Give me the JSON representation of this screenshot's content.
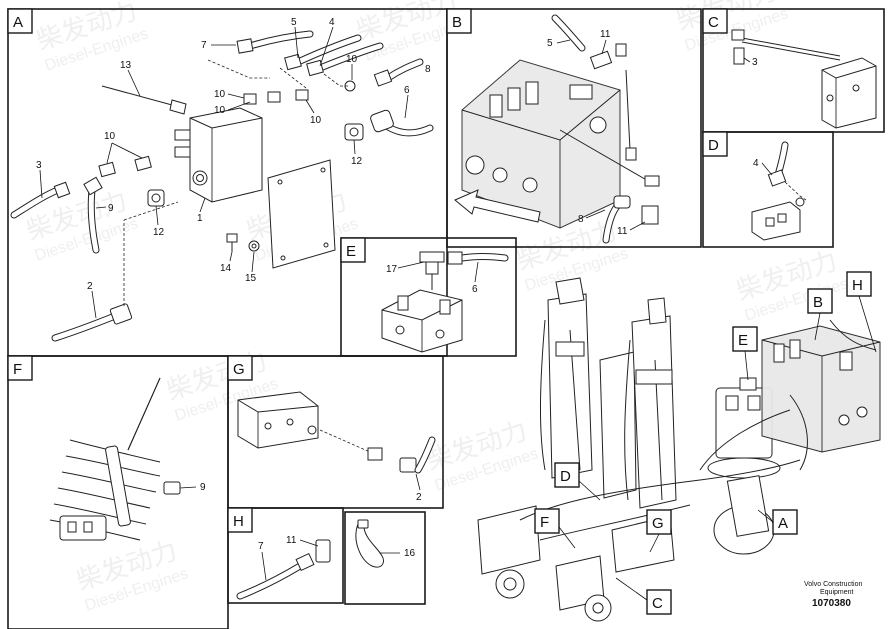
{
  "panels": [
    {
      "id": "A",
      "label": "A"
    },
    {
      "id": "B",
      "label": "B"
    },
    {
      "id": "C",
      "label": "C"
    },
    {
      "id": "D",
      "label": "D"
    },
    {
      "id": "E",
      "label": "E"
    },
    {
      "id": "F",
      "label": "F"
    },
    {
      "id": "G",
      "label": "G"
    },
    {
      "id": "H",
      "label": "H"
    }
  ],
  "callouts": {
    "A": [
      "7",
      "5",
      "4",
      "13",
      "10",
      "8",
      "10",
      "10",
      "6",
      "10",
      "3",
      "9",
      "12",
      "1",
      "12",
      "14",
      "15",
      "2"
    ],
    "B": [
      "5",
      "11",
      "8",
      "11"
    ],
    "C": [
      "3"
    ],
    "D": [
      "4"
    ],
    "E": [
      "17",
      "6"
    ],
    "F": [
      "9"
    ],
    "G": [
      "2"
    ],
    "H": [
      "11",
      "7"
    ],
    "clip": [
      "16"
    ]
  },
  "overview_tags": [
    "B",
    "H",
    "E",
    "D",
    "F",
    "G",
    "A",
    "C"
  ],
  "watermark": {
    "cn": "柴发动力",
    "en": "Diesel-Engines"
  },
  "reference": {
    "company_line1": "Volvo Construction",
    "company_line2": "Equipment",
    "number": "1070380"
  }
}
